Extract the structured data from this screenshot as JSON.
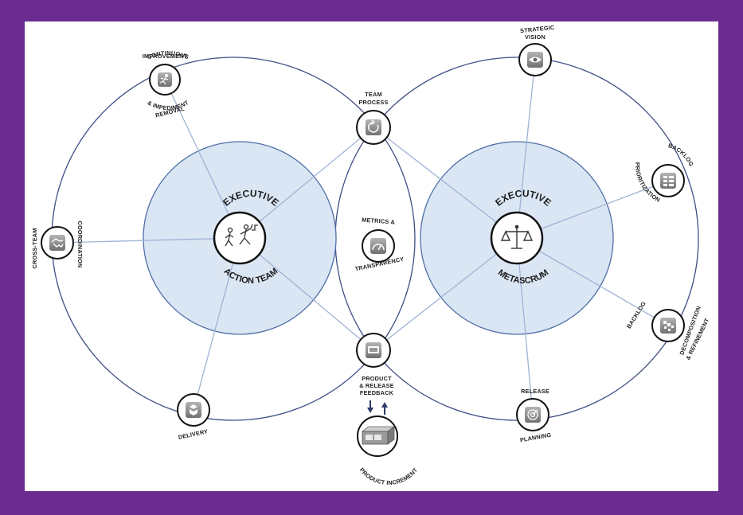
{
  "colors": {
    "frame": "#6a2c91",
    "canvas": "#ffffff",
    "ring": "#3f4f86",
    "spoke": "#9fb3d6",
    "inner_fill": "#dbe6f4",
    "inner_stroke": "#4f6fa6",
    "node_stroke": "#111111",
    "icon_tile": "#8a8a8a"
  },
  "centers": {
    "left": {
      "top_label": "EXECUTIVE",
      "bottom_label": "ACTION TEAM",
      "icon": "people-running-icon"
    },
    "right": {
      "top_label": "EXECUTIVE",
      "bottom_label": "METASCRUM",
      "icon": "scales-icon"
    }
  },
  "nodes": {
    "continuous": {
      "lines": [
        "CONTINUOUS",
        "IMPROVEMENT",
        "& IMPEDIMENT",
        "REMOVAL"
      ],
      "icon": "runner-icon"
    },
    "team_process": {
      "lines": [
        "TEAM",
        "PROCESS"
      ],
      "icon": "cycle-icon"
    },
    "strategic_vision": {
      "lines": [
        "STRATEGIC",
        "VISION"
      ],
      "icon": "eye-icon"
    },
    "backlog_prio": {
      "lines": [
        "BACKLOG",
        "PRIORITIZATION"
      ],
      "icon": "list-icon"
    },
    "cross_team": {
      "lines": [
        "CROSS-TEAM",
        "COORDINATION"
      ],
      "icon": "handshake-icon"
    },
    "metrics": {
      "lines": [
        "METRICS &",
        "TRANSPARENCY"
      ],
      "icon": "gauge-icon"
    },
    "backlog_decomp": {
      "lines": [
        "BACKLOG",
        "DECOMPOSITION",
        "& REFINEMENT"
      ],
      "icon": "blocks-icon"
    },
    "product_feedback": {
      "lines": [
        "PRODUCT",
        "& RELEASE",
        "FEEDBACK"
      ],
      "icon": "screen-icon"
    },
    "delivery": {
      "lines": [
        "DELIVERY"
      ],
      "icon": "boxes-icon"
    },
    "release_planning": {
      "lines": [
        "RELEASE",
        "PLANNING"
      ],
      "icon": "target-icon"
    },
    "product_increment": {
      "lines": [
        "PRODUCT INCREMENT"
      ],
      "icon": "product-box-icon"
    }
  }
}
